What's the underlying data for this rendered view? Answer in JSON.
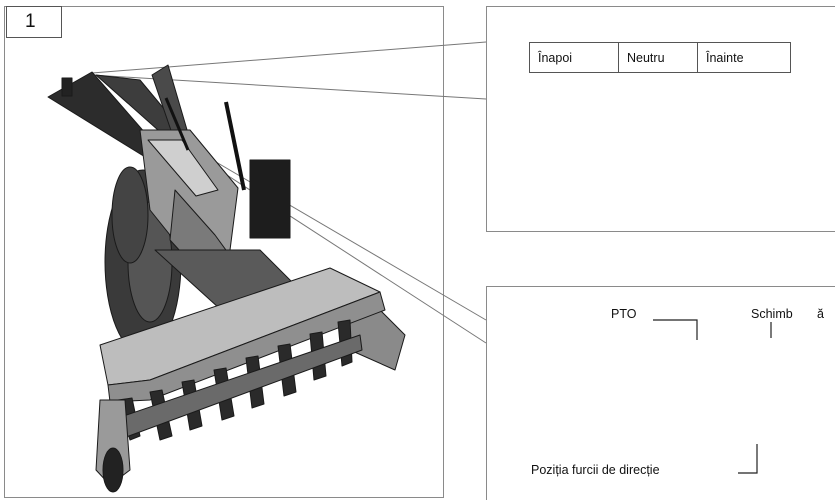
{
  "figure_number": "1",
  "gear_positions": [
    "Înapoi",
    "Neutru",
    "Înainte"
  ],
  "labels": {
    "pto": "PTO",
    "gear_part1": "Schimb",
    "gear_part2": "ă",
    "steering": "Poziția furcii de direcție"
  },
  "image": "snow-blower-tiller-illustration"
}
